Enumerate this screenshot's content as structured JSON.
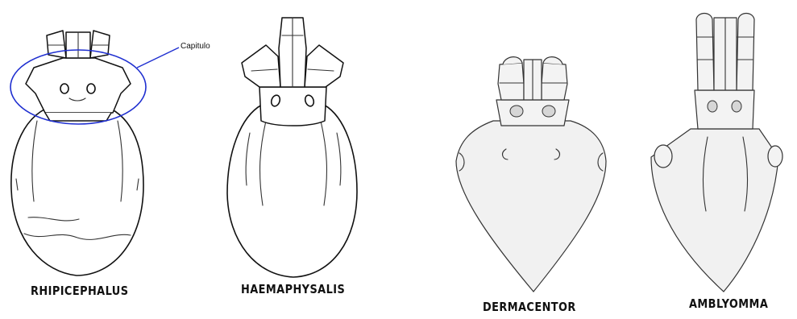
{
  "figure": {
    "callout": {
      "label": "Capitulo"
    },
    "specimens": [
      {
        "name": "RHIPICEPHALUS"
      },
      {
        "name": "HAEMAPHYSALIS"
      },
      {
        "name": "DERMACENTOR"
      },
      {
        "name": "AMBLYOMMA"
      }
    ],
    "colors": {
      "callout_ring": "#1f2fd0",
      "outline": "#111111"
    }
  }
}
